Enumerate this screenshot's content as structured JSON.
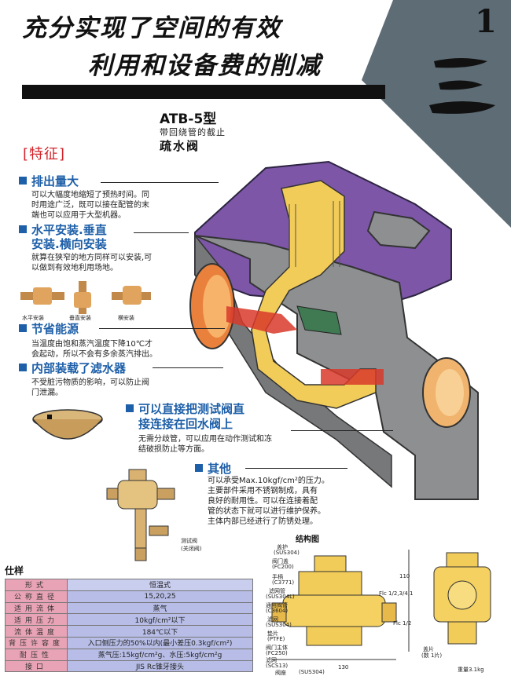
{
  "header": {
    "line1": "充分实现了空间的有效",
    "line2": "利用和设备费的削减",
    "page_number": "1",
    "section_char": "三"
  },
  "product": {
    "model": "ATB-5型",
    "subtitle1": "带回绕管的截止",
    "subtitle2": "疏水阀"
  },
  "features_heading": "[特征]",
  "features": [
    {
      "title": "排出量大",
      "body": [
        "可以大幅度地缩短了预热时间。同",
        "时用途广泛，既可以接在配管的末",
        "端也可以应用于大型机器。"
      ]
    },
    {
      "title": "水平安装.垂直",
      "title2": "安装.横向安装",
      "body": [
        "就算在狭窄的地方同样可以安装,可",
        "以做到有效地利用场地。"
      ]
    },
    {
      "title": "节省能源",
      "body": [
        "当温度由饱和蒸汽温度下降10℃才",
        "会起动，所以不会有多余蒸汽排出。"
      ]
    },
    {
      "title": "内部装载了滤水器",
      "body": [
        "不受脏污物质的影响，可以防止阀",
        "门泄漏。"
      ]
    },
    {
      "title": "可以直接把测试阀直",
      "title2": "接连接在回水阀上",
      "body": [
        "无需分歧管，可以应用在动作测试和冻",
        "结破损防止等方面。"
      ]
    },
    {
      "title": "其他",
      "body": [
        "可以承受Max.10kgf/cm²的压力。",
        "主要部件采用不锈钢制成，具有",
        "良好的耐用性。可以在连接着配",
        "管的状态下就可以进行维护保养。",
        "主体内部已经进行了防锈处理。"
      ]
    }
  ],
  "install_labels": [
    "水平安装",
    "垂直安装",
    "横安装"
  ],
  "test_valve_label": [
    "测试阀",
    "(关闭阀)"
  ],
  "spec": {
    "title": "仕样",
    "rows": [
      {
        "k": "形式",
        "v": "恒温式"
      },
      {
        "k": "公称直径",
        "v": "15,20,25"
      },
      {
        "k": "适用流体",
        "v": "蒸气"
      },
      {
        "k": "适用压力",
        "v": "10kgf/cm²以下"
      },
      {
        "k": "流体温度",
        "v": "184℃以下"
      },
      {
        "k": "背压许容度",
        "v": "入口侧压力的50%以内(最小差压0.3kgf/cm²)"
      },
      {
        "k": "耐压性",
        "v": "蒸气压:15kgf/cm²g、水压:5kgf/cm²g"
      },
      {
        "k": "接口",
        "v": "JIS Rc锥牙接头"
      }
    ]
  },
  "structure": {
    "title": "结构图",
    "labels": [
      "盖护",
      "(SUS304)",
      "阀门盖",
      "(FC200)",
      "手柄",
      "(C3771)",
      "滤网管",
      "(SUS304L)",
      "通用阀管",
      "(C3604)",
      "滤网",
      "(SUS304)",
      "垫片",
      "(PTFE)",
      "阀门主体",
      "(FC250)",
      "滤网",
      "(SCS13)",
      "阀座",
      "(SUS304)",
      "Flc 1/2,3/4,1",
      "Flc 1/2",
      "130",
      "110",
      "盖片",
      "(数 1片)",
      "重量3.1kg"
    ]
  },
  "colors": {
    "accent_blue": "#1d5fa8",
    "accent_red": "#d2232a",
    "body_purple": "#7d56a8",
    "brass": "#f2cc58"
  }
}
